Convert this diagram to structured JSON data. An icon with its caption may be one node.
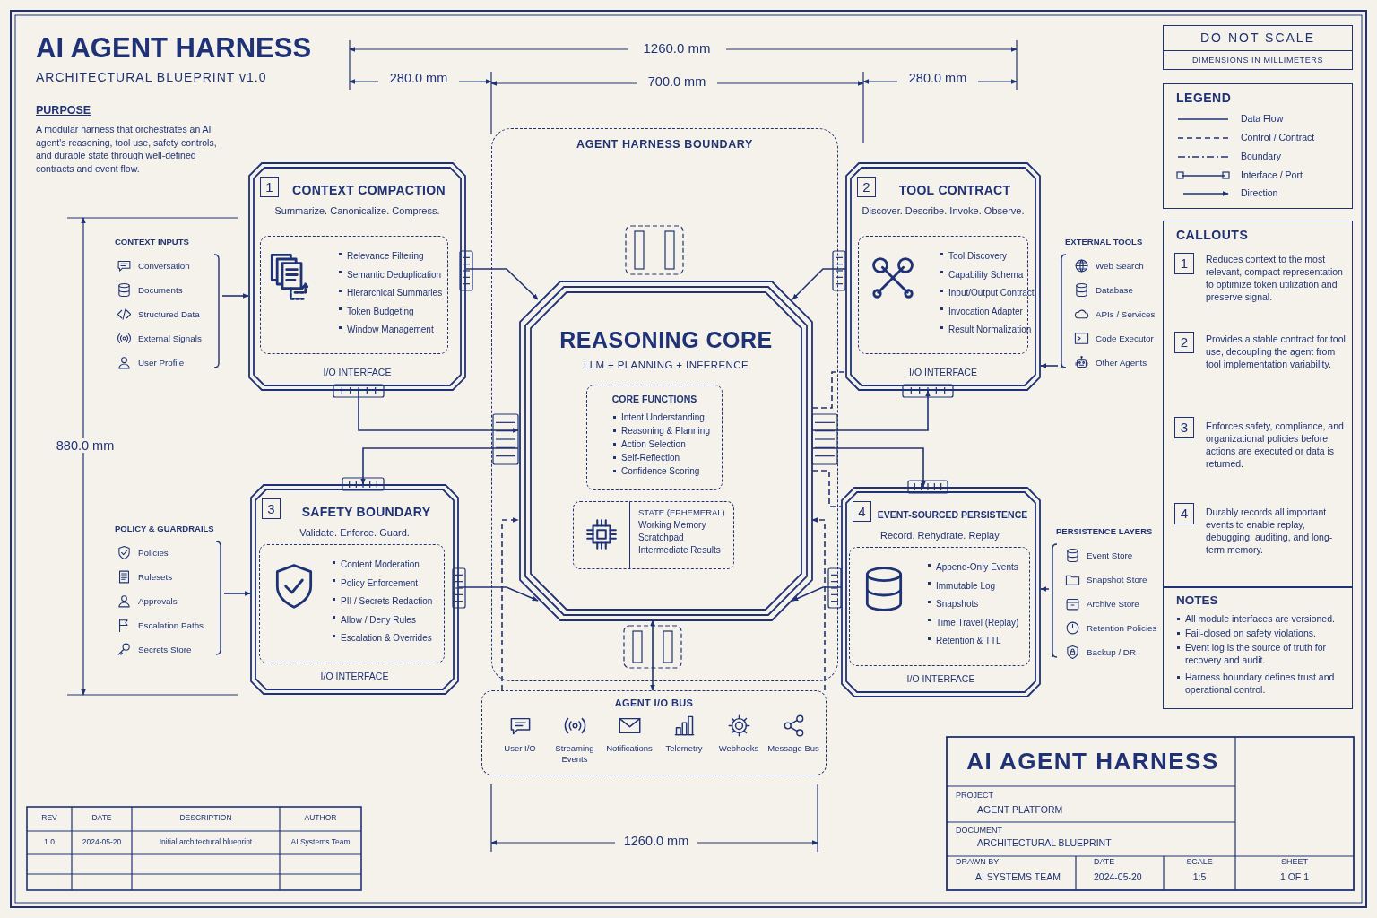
{
  "diagram": {
    "title": "AI AGENT HARNESS",
    "nodes": [
      {
        "text": [
          "AGENT HARNESS BOUNDARY"
        ]
      },
      {
        "text": [
          "REASONING CORE",
          "LLM + PLANNING + INFERENCE"
        ],
        "in": 0
      },
      {
        "text": [
          "CORE FUNCTIONS",
          "Intent Understanding",
          "Reasoning & Planning",
          "Action Selection",
          "Self-Reflection",
          "Confidence Scoring"
        ],
        "in": 1
      },
      {
        "text": [
          "STATE (EPHEMERAL)",
          "Working Memory",
          "Scratchpad",
          "Intermediate Results"
        ],
        "in": 1
      },
      {
        "text": [
          "1",
          "CONTEXT COMPACTION",
          "Summarize. Canonicalize. Compress.",
          "I/O INTERFACE"
        ]
      },
      {
        "text": [
          "Relevance Filtering",
          "Semantic Deduplication",
          "Hierarchical Summaries",
          "Token Budgeting",
          "Window Management"
        ],
        "in": 4
      },
      {
        "text": [
          "2",
          "TOOL CONTRACT",
          "Discover. Describe. Invoke. Observe.",
          "I/O INTERFACE"
        ]
      },
      {
        "text": [
          "Tool Discovery",
          "Capability Schema",
          "Input/Output Contract",
          "Invocation Adapter",
          "Result Normalization"
        ],
        "in": 6
      },
      {
        "text": [
          "3",
          "SAFETY BOUNDARY",
          "Validate. Enforce. Guard.",
          "I/O INTERFACE"
        ]
      },
      {
        "text": [
          "Content Moderation",
          "Policy Enforcement",
          "PII / Secrets Redaction",
          "Allow / Deny Rules",
          "Escalation & Overrides"
        ],
        "in": 8
      },
      {
        "text": [
          "4",
          "EVENT-SOURCED PERSISTENCE",
          "Record. Rehydrate. Replay.",
          "I/O INTERFACE"
        ]
      },
      {
        "text": [
          "Append-Only Events",
          "Immutable Log",
          "Snapshots",
          "Time Travel (Replay)",
          "Retention & TTL"
        ],
        "in": 10
      },
      {
        "text": [
          "CONTEXT INPUTS",
          "Conversation",
          "Documents",
          "Structured Data",
          "External Signals",
          "User Profile"
        ]
      },
      {
        "text": [
          "EXTERNAL TOOLS",
          "Web Search",
          "Database",
          "APIs / Services",
          "Code Executor",
          "Other Agents"
        ]
      },
      {
        "text": [
          "POLICY & GUARDRAILS",
          "Policies",
          "Rulesets",
          "Approvals",
          "Escalation Paths",
          "Secrets Store"
        ]
      },
      {
        "text": [
          "PERSISTENCE LAYERS",
          "Event Store",
          "Snapshot Store",
          "Archive Store",
          "Retention Policies",
          "Backup / DR"
        ]
      },
      {
        "text": [
          "AGENT I/O BUS",
          "User I/O",
          "Streaming Events",
          "Notifications",
          "Telemetry",
          "Webhooks",
          "Message Bus"
        ]
      }
    ],
    "edges": [
      {
        "from": 12,
        "to": 4,
        "arrow": "to"
      },
      {
        "from": 13,
        "to": 6,
        "arrow": "to"
      },
      {
        "from": 14,
        "to": 8,
        "arrow": "to"
      },
      {
        "from": 15,
        "to": 10,
        "arrow": "to"
      },
      {
        "from": 4,
        "to": 1,
        "arrow": "to"
      },
      {
        "from": 4,
        "to": 1,
        "arrow": "to"
      },
      {
        "from": 1,
        "to": 8,
        "arrow": "to"
      },
      {
        "from": 8,
        "to": 1,
        "arrow": "to"
      },
      {
        "from": 6,
        "to": 1,
        "arrow": "to"
      },
      {
        "from": 1,
        "to": 6,
        "arrow": "to"
      },
      {
        "from": 1,
        "to": 10,
        "arrow": "to"
      },
      {
        "from": 10,
        "to": 1,
        "arrow": "to"
      },
      {
        "from": 1,
        "to": 16,
        "arrow": "both"
      },
      {
        "from": 16,
        "to": 1,
        "arrow": "to",
        "style": "dashed"
      },
      {
        "from": 16,
        "to": 1,
        "arrow": "to",
        "style": "dashed"
      },
      {
        "from": 1,
        "to": 6,
        "arrow": "none",
        "style": "dashed"
      },
      {
        "from": 1,
        "to": 10,
        "arrow": "none",
        "style": "dashed"
      }
    ],
    "labels": [
      "ARCHITECTURAL BLUEPRINT v1.0",
      "PURPOSE",
      "A modular harness that orchestrates an AI agent's reasoning, tool use, safety controls, and durable state through well-defined contracts and event flow.",
      "1260.0 mm",
      "280.0 mm",
      "700.0 mm",
      "280.0 mm",
      "880.0 mm",
      "1260.0 mm",
      "DO NOT SCALE",
      "DIMENSIONS IN MILLIMETERS",
      "LEGEND",
      "CALLOUTS",
      "1",
      "Reduces context to the most relevant, compact representation to optimize token utilization and preserve signal.",
      "2",
      "Provides a stable contract for tool use, decoupling the agent from tool implementation variability.",
      "3",
      "Enforces safety, compliance, and organizational policies before actions are executed or data is returned.",
      "4",
      "Durably records all important events to enable replay, debugging, auditing, and long-term memory.",
      "NOTES",
      "All module interfaces are versioned.",
      "Fail-closed on safety violations.",
      "Event log is the source of truth for recovery and audit.",
      "Harness boundary defines trust and operational control.",
      "REV",
      "DATE",
      "DESCRIPTION",
      "AUTHOR",
      "1.0",
      "2024-05-20",
      "Initial architectural blueprint",
      "AI Systems Team",
      "AI AGENT HARNESS",
      "PROJECT",
      "AGENT PLATFORM",
      "DOCUMENT",
      "ARCHITECTURAL BLUEPRINT",
      "DRAWN BY",
      "AI SYSTEMS TEAM",
      "DATE",
      "2024-05-20",
      "SCALE",
      "1:5",
      "SHEET",
      "1 OF 1"
    ],
    "legend": [
      {
        "text": "Data Flow"
      },
      {
        "text": "Control / Contract"
      },
      {
        "text": "Boundary"
      },
      {
        "text": "Interface / Port"
      },
      {
        "text": "Direction"
      }
    ]
  }
}
